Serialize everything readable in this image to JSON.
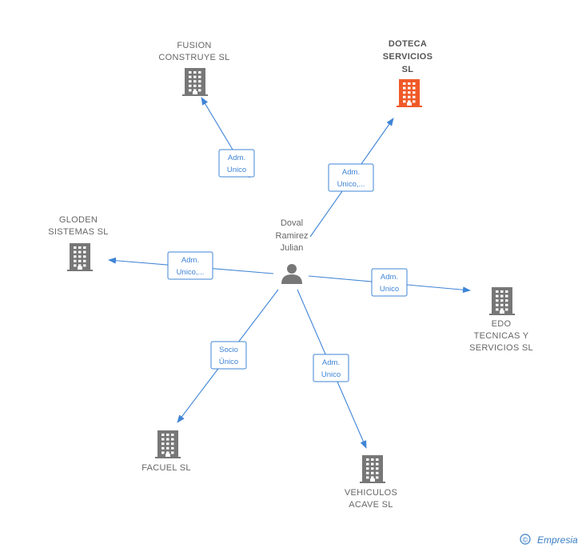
{
  "colors": {
    "edge": "#3f84d6",
    "building": "#777777",
    "building_highlight": "#f05a28",
    "person": "#777777"
  },
  "person": {
    "name_lines": [
      "Doval",
      "Ramirez",
      "Julian"
    ],
    "icon": "person-icon"
  },
  "companies": [
    {
      "id": "fusion",
      "name_lines": [
        "FUSION",
        "CONSTRUYE SL"
      ],
      "highlight": false,
      "icon": "building-icon"
    },
    {
      "id": "doteca",
      "name_lines": [
        "DOTECA",
        "SERVICIOS",
        "SL"
      ],
      "highlight": true,
      "icon": "building-icon"
    },
    {
      "id": "gloden",
      "name_lines": [
        "GLODEN",
        "SISTEMAS SL"
      ],
      "highlight": false,
      "icon": "building-icon"
    },
    {
      "id": "edo",
      "name_lines": [
        "EDO",
        "TECNICAS Y",
        "SERVICIOS SL"
      ],
      "highlight": false,
      "icon": "building-icon"
    },
    {
      "id": "facuel",
      "name_lines": [
        "FACUEL  SL"
      ],
      "highlight": false,
      "icon": "building-icon"
    },
    {
      "id": "vehiculos",
      "name_lines": [
        "VEHICULOS",
        "ACAVE  SL"
      ],
      "highlight": false,
      "icon": "building-icon"
    }
  ],
  "relations": [
    {
      "to": "fusion",
      "label_lines": [
        "Adm.",
        "Unico"
      ]
    },
    {
      "to": "doteca",
      "label_lines": [
        "Adm.",
        "Unico,..."
      ]
    },
    {
      "to": "gloden",
      "label_lines": [
        "Adm.",
        "Unico,..."
      ]
    },
    {
      "to": "edo",
      "label_lines": [
        "Adm.",
        "Unico"
      ]
    },
    {
      "to": "facuel",
      "label_lines": [
        "Socio",
        "Único"
      ]
    },
    {
      "to": "vehiculos",
      "label_lines": [
        "Adm.",
        "Unico"
      ]
    }
  ],
  "footer": {
    "copyright_symbol": "©",
    "brand": "Empresia"
  }
}
